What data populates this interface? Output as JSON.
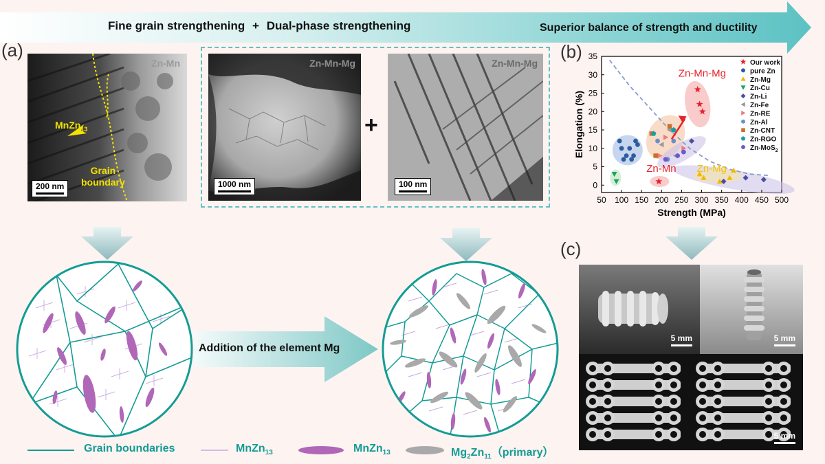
{
  "banner": {
    "left_text": "Fine grain strengthening",
    "plus": "+",
    "middle_text": "Dual-phase strengthening",
    "right_text": "Superior balance of strength and ductility"
  },
  "panels": {
    "a": "(a)",
    "b": "(b)",
    "c": "(c)"
  },
  "tem": {
    "img1_label": "Zn-Mn",
    "img1_annotation_phase": "MnZn",
    "img1_annotation_sub": "13",
    "img1_annotation_gb_line1": "Grain",
    "img1_annotation_gb_line2": "boundary",
    "img1_scale": "200 nm",
    "img2_label": "Zn-Mn-Mg",
    "img2_scale": "1000 nm",
    "plus": "+",
    "img3_label": "Zn-Mn-Mg",
    "img3_scale": "100 nm"
  },
  "middle_arrow_text": "Addition of the element Mg",
  "legend": {
    "grain_boundaries": "Grain boundaries",
    "mnzn13_line": "MnZn",
    "mnzn13_line_sub": "13",
    "mnzn13_ellipse": "MnZn",
    "mnzn13_ellipse_sub": "13",
    "mg2zn11_prefix": "Mg",
    "mg2zn11_sub1": "2",
    "mg2zn11_mid": "Zn",
    "mg2zn11_sub2": "11",
    "mg2zn11_suffix": "（primary）"
  },
  "chart_data": {
    "type": "scatter",
    "xlabel": "Strength (MPa)",
    "ylabel": "Elongation (%)",
    "xlim": [
      50,
      500
    ],
    "ylim": [
      -2,
      35
    ],
    "xticks": [
      50,
      100,
      150,
      200,
      250,
      300,
      350,
      400,
      450,
      500
    ],
    "yticks": [
      0,
      5,
      10,
      15,
      20,
      25,
      30,
      35
    ],
    "legend_position": "top-right",
    "annotations": [
      "Zn-Mn-Mg",
      "Zn-Mn",
      "Zn-Mg"
    ],
    "series": [
      {
        "name": "Our work",
        "marker": "star",
        "color": "#e8222a",
        "points": [
          [
            290,
            26
          ],
          [
            295,
            22
          ],
          [
            302,
            20
          ],
          [
            193,
            1
          ]
        ]
      },
      {
        "name": "pure Zn",
        "marker": "circle",
        "color": "#2b5c9e",
        "points": [
          [
            95,
            12
          ],
          [
            100,
            10
          ],
          [
            112,
            8
          ],
          [
            120,
            10
          ],
          [
            125,
            7
          ],
          [
            130,
            8
          ],
          [
            135,
            12
          ],
          [
            140,
            11
          ],
          [
            105,
            7
          ]
        ]
      },
      {
        "name": "Zn-Mg",
        "marker": "triangle-up",
        "color": "#f2b800",
        "points": [
          [
            305,
            2
          ],
          [
            345,
            1
          ],
          [
            370,
            2
          ],
          [
            380,
            4
          ],
          [
            295,
            3
          ]
        ]
      },
      {
        "name": "Zn-Cu",
        "marker": "triangle-down",
        "color": "#19a55a",
        "points": [
          [
            82,
            3
          ],
          [
            87,
            1
          ]
        ]
      },
      {
        "name": "Zn-Li",
        "marker": "diamond",
        "color": "#4a4e9c",
        "points": [
          [
            355,
            1
          ],
          [
            410,
            2
          ],
          [
            455,
            1.5
          ],
          [
            275,
            12
          ]
        ]
      },
      {
        "name": "Zn-Fe",
        "marker": "triangle-left",
        "color": "#9a9a9a",
        "points": [
          [
            200,
            11
          ],
          [
            220,
            15
          ],
          [
            235,
            8
          ]
        ]
      },
      {
        "name": "Zn-RE",
        "marker": "triangle-right",
        "color": "#f07a7a",
        "points": [
          [
            195,
            8
          ],
          [
            210,
            13
          ],
          [
            255,
            10
          ]
        ]
      },
      {
        "name": "Zn-Al",
        "marker": "circle",
        "color": "#6a8ecf",
        "points": [
          [
            190,
            12
          ],
          [
            215,
            7
          ],
          [
            230,
            12
          ]
        ]
      },
      {
        "name": "Zn-CNT",
        "marker": "square",
        "color": "#c8702a",
        "points": [
          [
            175,
            14
          ],
          [
            185,
            8
          ],
          [
            220,
            16
          ]
        ]
      },
      {
        "name": "Zn-RGO",
        "marker": "pentagon",
        "color": "#1b9e9e",
        "points": [
          [
            180,
            14
          ],
          [
            230,
            15
          ]
        ]
      },
      {
        "name": "Zn-MoS",
        "name_sub": "2",
        "marker": "circle",
        "color": "#6a5acd",
        "points": [
          [
            210,
            7
          ],
          [
            240,
            8
          ],
          [
            255,
            9
          ]
        ]
      }
    ]
  },
  "photos": {
    "c1_scale": "5 mm",
    "c2_scale": "5 mm",
    "c3_scale": "5 mm"
  }
}
